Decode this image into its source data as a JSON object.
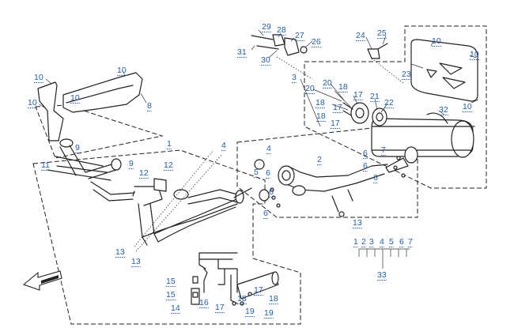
{
  "callouts": [
    {
      "text": "29"
    },
    {
      "text": "28"
    },
    {
      "text": "27"
    },
    {
      "text": "26"
    },
    {
      "text": "31"
    },
    {
      "text": "30"
    },
    {
      "text": "24"
    },
    {
      "text": "25"
    },
    {
      "text": "10"
    },
    {
      "text": "10"
    },
    {
      "text": "23"
    },
    {
      "text": "3"
    },
    {
      "text": "20"
    },
    {
      "text": "20"
    },
    {
      "text": "18"
    },
    {
      "text": "17"
    },
    {
      "text": "18"
    },
    {
      "text": "17"
    },
    {
      "text": "21"
    },
    {
      "text": "22"
    },
    {
      "text": "18"
    },
    {
      "text": "17"
    },
    {
      "text": "32"
    },
    {
      "text": "10"
    },
    {
      "text": "10"
    },
    {
      "text": "10"
    },
    {
      "text": "10"
    },
    {
      "text": "10"
    },
    {
      "text": "8"
    },
    {
      "text": "1"
    },
    {
      "text": "4"
    },
    {
      "text": "9"
    },
    {
      "text": "9"
    },
    {
      "text": "11"
    },
    {
      "text": "12"
    },
    {
      "text": "12"
    },
    {
      "text": "4"
    },
    {
      "text": "2"
    },
    {
      "text": "7"
    },
    {
      "text": "6"
    },
    {
      "text": "6"
    },
    {
      "text": "6"
    },
    {
      "text": "5"
    },
    {
      "text": "6"
    },
    {
      "text": "6"
    },
    {
      "text": "6"
    },
    {
      "text": "13"
    },
    {
      "text": "13"
    },
    {
      "text": "13"
    },
    {
      "text": "15"
    },
    {
      "text": "15"
    },
    {
      "text": "14"
    },
    {
      "text": "16"
    },
    {
      "text": "17"
    },
    {
      "text": "18"
    },
    {
      "text": "17"
    },
    {
      "text": "18"
    },
    {
      "text": "19"
    },
    {
      "text": "19"
    },
    {
      "text": "1"
    },
    {
      "text": "2"
    },
    {
      "text": "3"
    },
    {
      "text": "4"
    },
    {
      "text": "5"
    },
    {
      "text": "6"
    },
    {
      "text": "7"
    },
    {
      "text": "33"
    }
  ],
  "colors": {
    "callout": "#1f5fae",
    "line": "#222222"
  },
  "icons": {
    "direction_arrow": "front-direction-arrow-icon"
  }
}
